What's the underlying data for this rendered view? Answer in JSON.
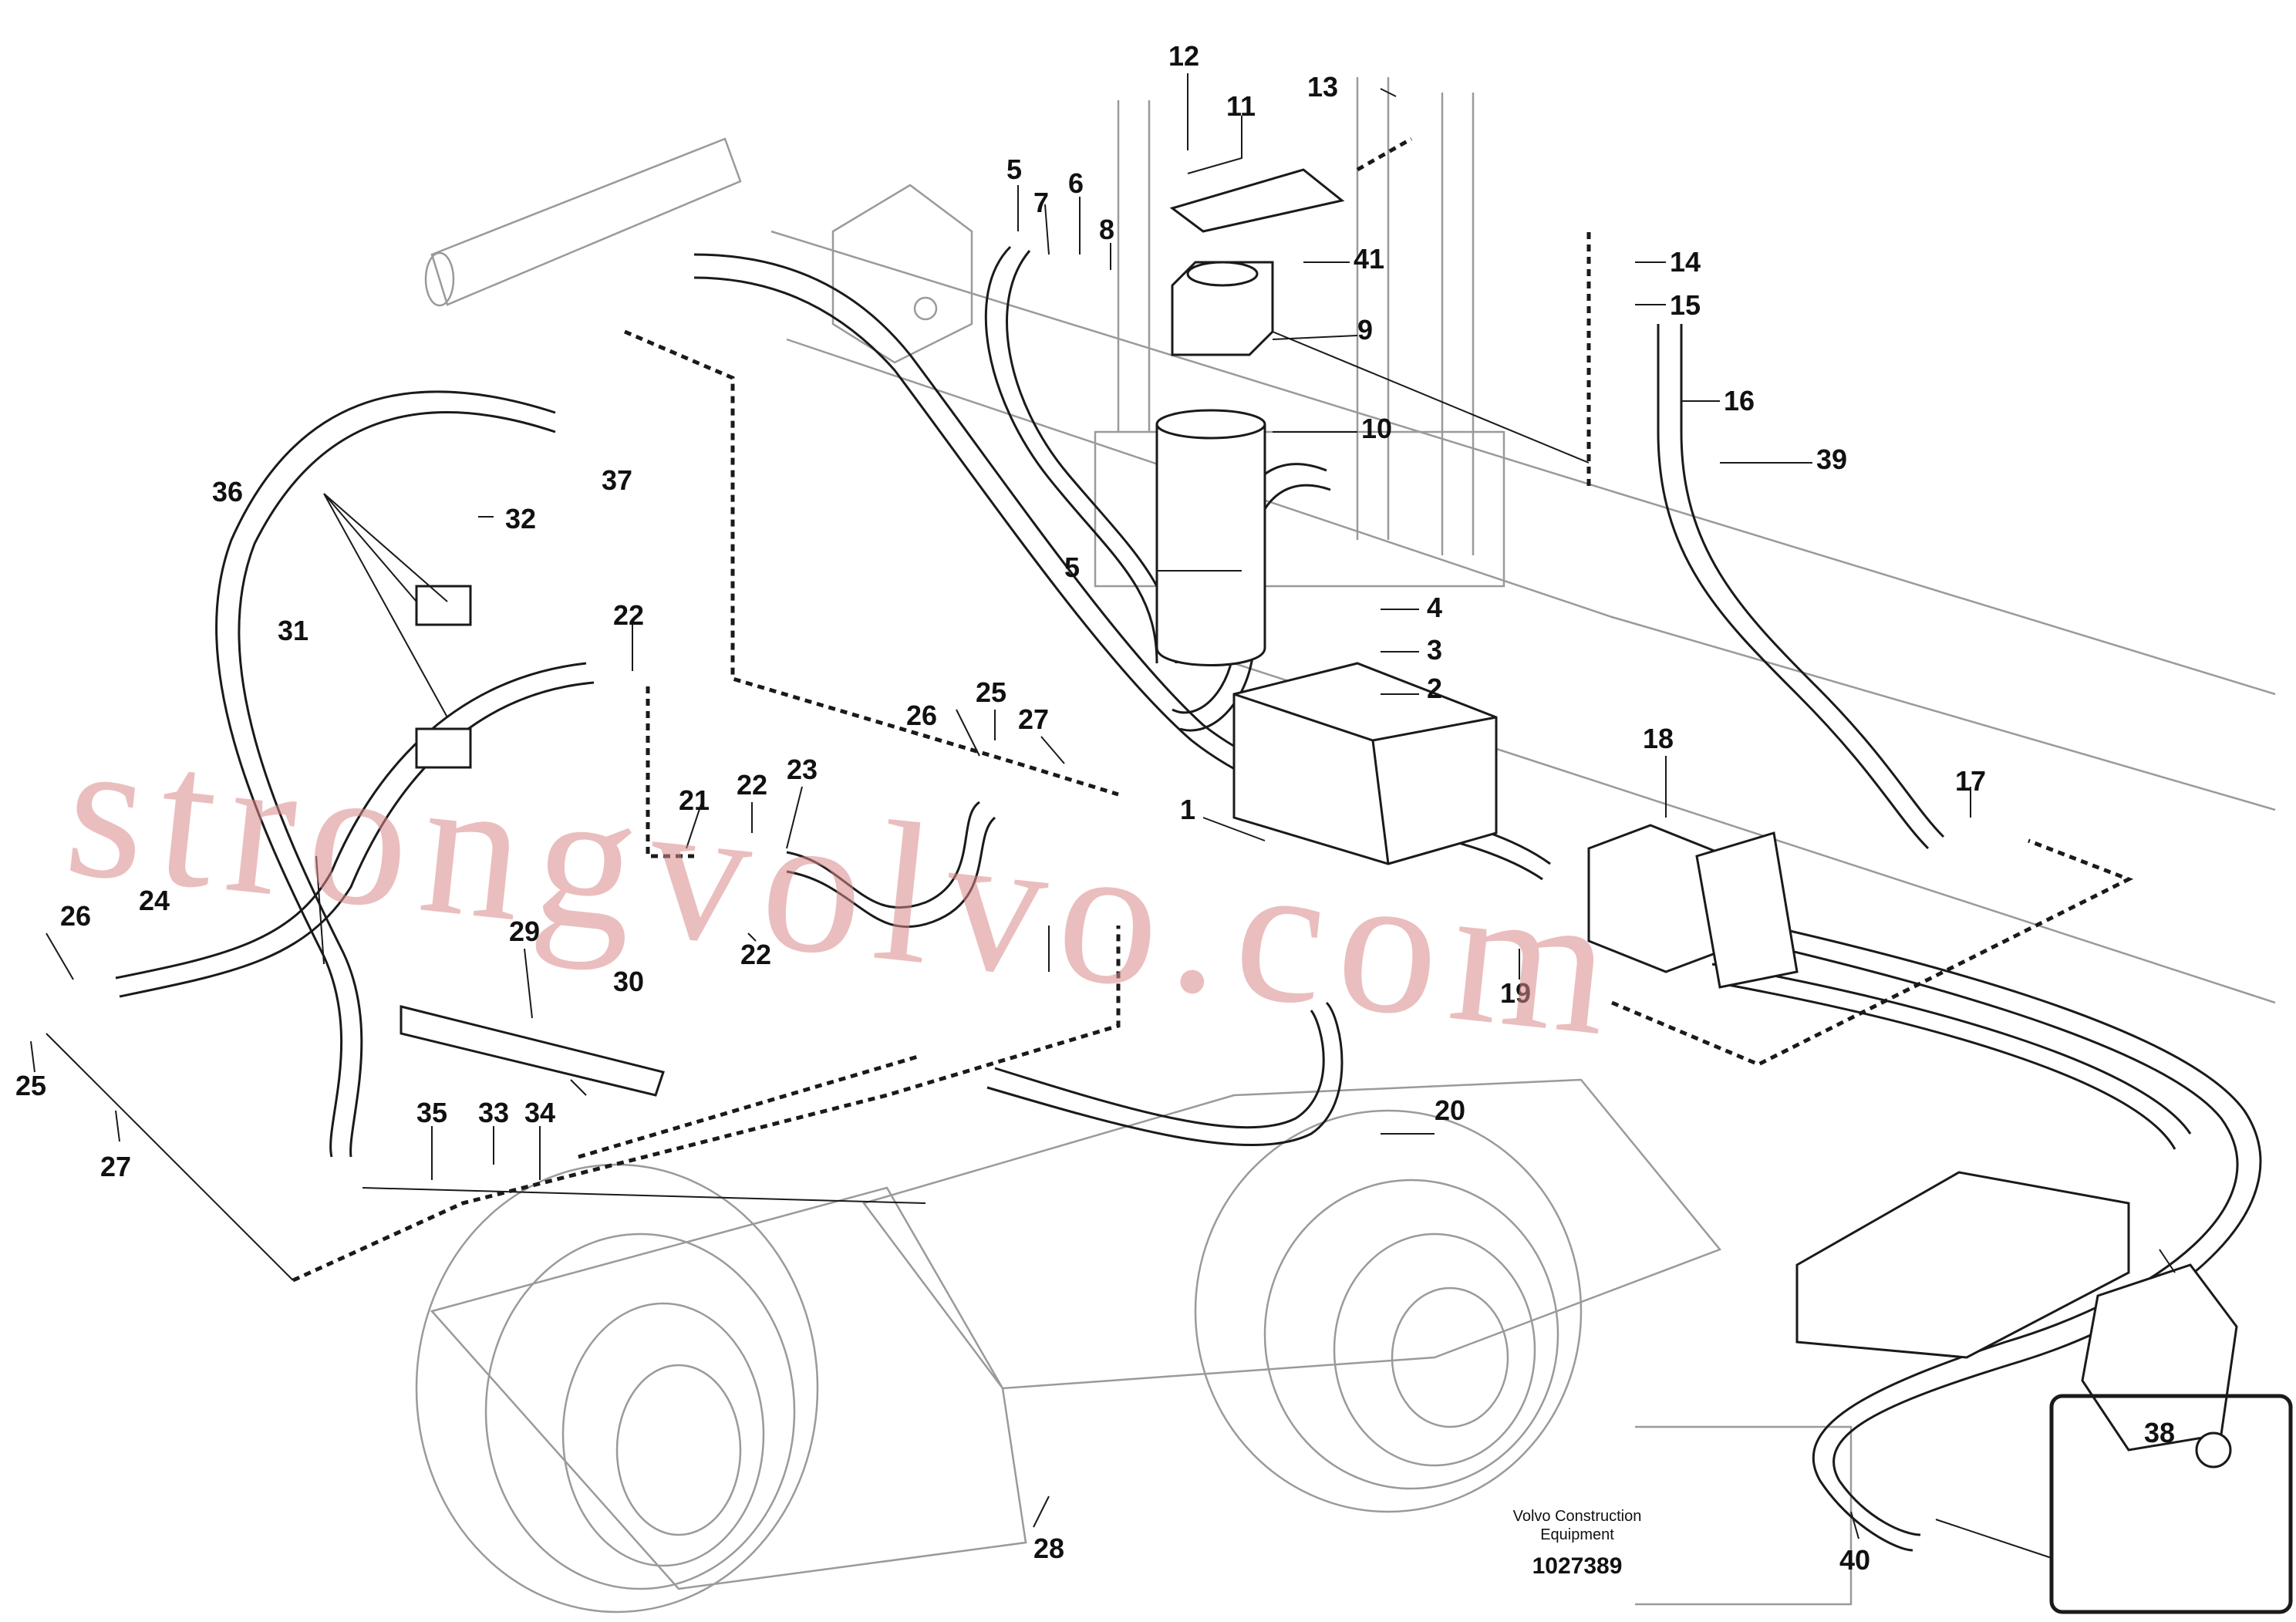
{
  "watermark": "strongvolvo.com",
  "credit": {
    "line1": "Volvo Construction",
    "line2": "Equipment"
  },
  "document_number": "1027389",
  "callouts": [
    "1",
    "2",
    "3",
    "4",
    "5",
    "5",
    "6",
    "7",
    "8",
    "9",
    "10",
    "11",
    "12",
    "13",
    "14",
    "15",
    "16",
    "17",
    "18",
    "19",
    "20",
    "21",
    "22",
    "22",
    "22",
    "23",
    "24",
    "25",
    "25",
    "26",
    "26",
    "27",
    "27",
    "28",
    "29",
    "30",
    "31",
    "32",
    "33",
    "34",
    "35",
    "36",
    "37",
    "38",
    "39",
    "40",
    "41"
  ],
  "colors": {
    "line": "#1a1a1a",
    "faint": "#9a9a9a",
    "watermark": "#d98a8a"
  }
}
